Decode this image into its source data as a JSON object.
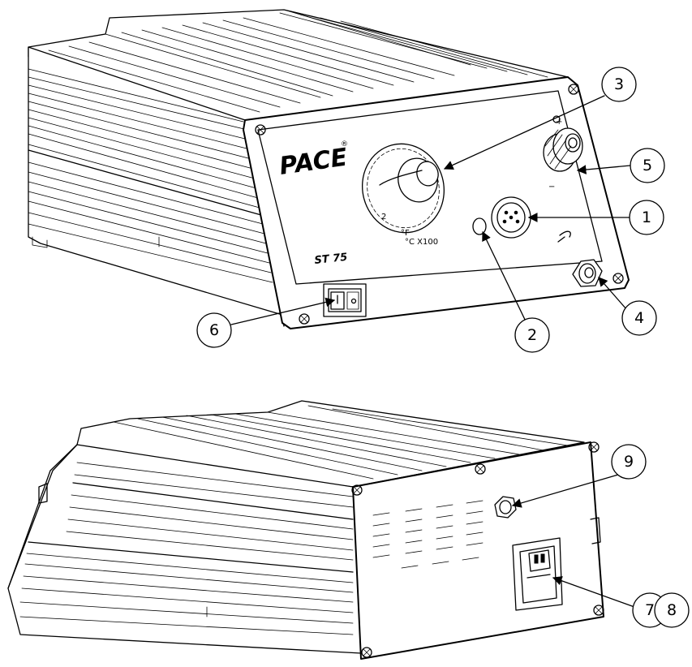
{
  "front_unit": {
    "brand": "PACE",
    "brand_mark": "®",
    "model": "ST 75",
    "dial_scale_label": "°F",
    "dial_scale_label2": "°C X100",
    "dial_digit": "2"
  },
  "callouts": [
    {
      "id": "1",
      "label": "1"
    },
    {
      "id": "2",
      "label": "2"
    },
    {
      "id": "3",
      "label": "3"
    },
    {
      "id": "4",
      "label": "4"
    },
    {
      "id": "5",
      "label": "5"
    },
    {
      "id": "6",
      "label": "6"
    },
    {
      "id": "7",
      "label": "7"
    },
    {
      "id": "8",
      "label": "8"
    },
    {
      "id": "9",
      "label": "9"
    }
  ],
  "colors": {
    "line": "#000000",
    "background": "#ffffff"
  }
}
